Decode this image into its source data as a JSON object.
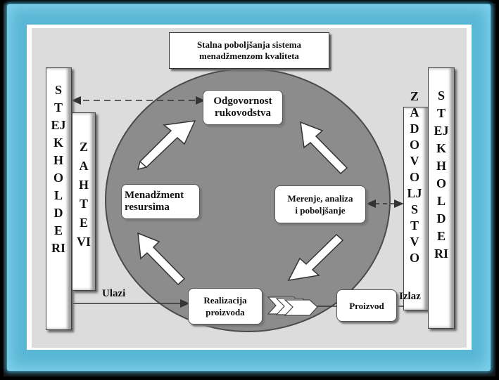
{
  "title": "Stalna poboljšanja sistema\nmenadžmenzom kvaliteta",
  "left_pillar_outer": "STEJKHOLDERI",
  "left_pillar_inner": "ZAHTEVI",
  "right_pillar_inner": "ZADOVOLJSTVO",
  "right_pillar_outer": "STEJKHOLDERI",
  "nodes": {
    "top": "Odgovornost\nrukovodstva",
    "left": "Menadžment\nresursima",
    "right": "Merenje, analiza\ni poboljšanje",
    "bottom": "Realizacija\nproizvoda",
    "product": "Proizvod"
  },
  "labels": {
    "input": "Ulazi",
    "output": "Izlaz"
  },
  "colors": {
    "border_glow": "#5ab7d5",
    "circle": "#8c8c8c",
    "background": "#dcdcdc"
  }
}
